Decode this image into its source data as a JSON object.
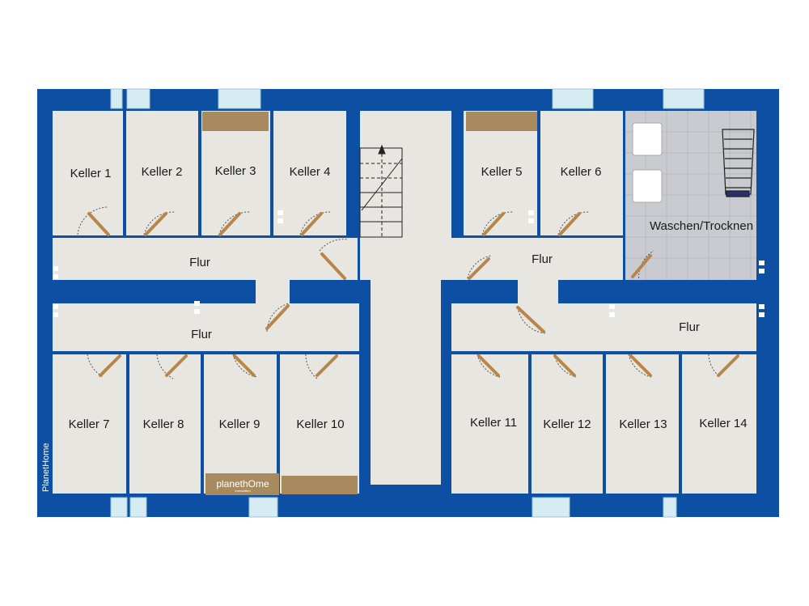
{
  "colors": {
    "wall": "#0d4fa3",
    "floor": "#e8e6e1",
    "tile": "#c9cbd0",
    "door": "#b8864b",
    "window": "#d6ecf3",
    "shelf": "#a88a5f"
  },
  "rooms": {
    "keller_1": "Keller 1",
    "keller_2": "Keller 2",
    "keller_3": "Keller 3",
    "keller_4": "Keller 4",
    "keller_5": "Keller 5",
    "keller_6": "Keller 6",
    "keller_7": "Keller 7",
    "keller_8": "Keller 8",
    "keller_9": "Keller 9",
    "keller_10": "Keller 10",
    "keller_11": "Keller 11",
    "keller_12": "Keller 12",
    "keller_13": "Keller 13",
    "keller_14": "Keller 14",
    "laundry": "Waschen/Trocknen",
    "flur_upper_left": "Flur",
    "flur_upper_right": "Flur",
    "flur_lower_left": "Flur",
    "flur_lower_right": "Flur"
  },
  "branding": {
    "logo_text": "planethOme",
    "logo_subtext": "Immobilien",
    "side_text": "PlanetHome"
  }
}
